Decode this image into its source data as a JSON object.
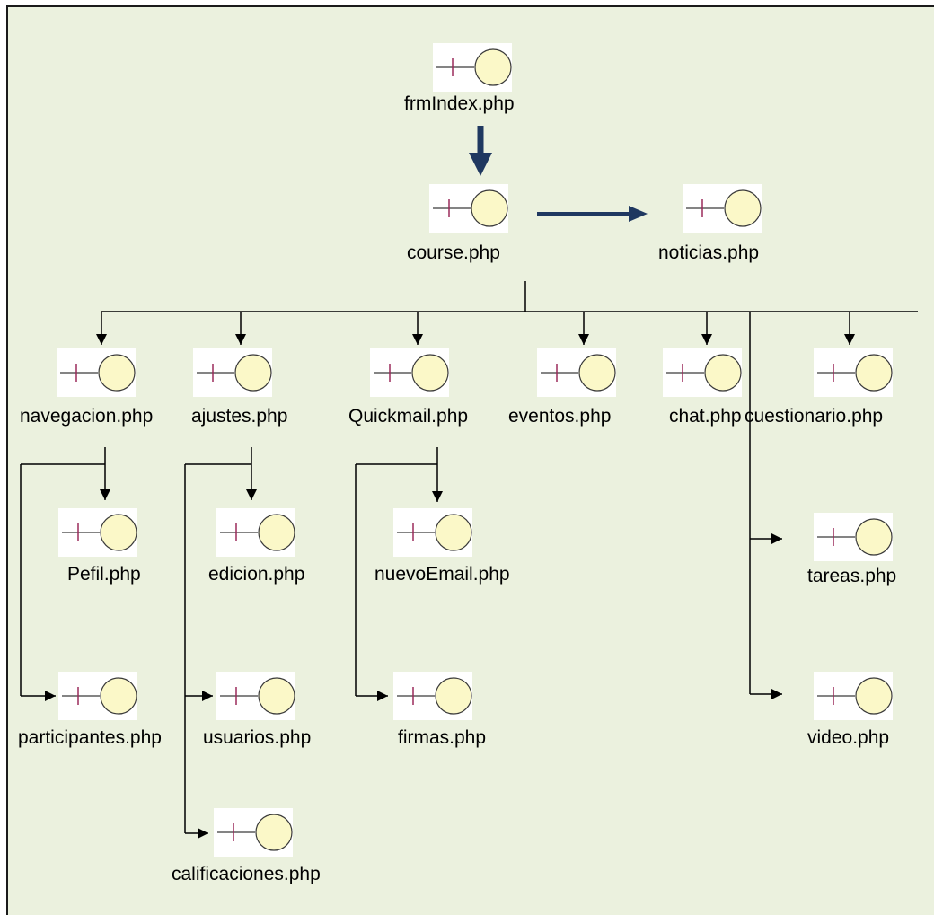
{
  "colors": {
    "background": "#ebf1de",
    "border": "#1a1a1a",
    "icon_fill": "#fbf8c8",
    "icon_stroke": "#3a3a3a",
    "icon_tick": "#9a2a5a",
    "primary_arrow": "#1f3860",
    "connector": "#000000"
  },
  "icon_type": "boundary-class-icon",
  "nodes": {
    "frmIndex": "frmIndex.php",
    "course": "course.php",
    "noticias": "noticias.php",
    "navegacion": "navegacion.php",
    "ajustes": "ajustes.php",
    "quickmail": "Quickmail.php",
    "eventos": "eventos.php",
    "chat": "chat.php",
    "cuestionario": "cuestionario.php",
    "pefil": "Pefil.php",
    "edicion": "edicion.php",
    "nuevoEmail": "nuevoEmail.php",
    "tareas": "tareas.php",
    "participantes": "participantes.php",
    "usuarios": "usuarios.php",
    "firmas": "firmas.php",
    "video": "video.php",
    "calificaciones": "calificaciones.php"
  },
  "edges": [
    {
      "from": "frmIndex",
      "to": "course"
    },
    {
      "from": "course",
      "to": "noticias"
    },
    {
      "from": "course",
      "to": "navegacion"
    },
    {
      "from": "course",
      "to": "ajustes"
    },
    {
      "from": "course",
      "to": "quickmail"
    },
    {
      "from": "course",
      "to": "eventos"
    },
    {
      "from": "course",
      "to": "chat"
    },
    {
      "from": "course",
      "to": "cuestionario"
    },
    {
      "from": "course",
      "to": "tareas"
    },
    {
      "from": "course",
      "to": "video"
    },
    {
      "from": "navegacion",
      "to": "pefil"
    },
    {
      "from": "navegacion",
      "to": "participantes"
    },
    {
      "from": "ajustes",
      "to": "edicion"
    },
    {
      "from": "ajustes",
      "to": "usuarios"
    },
    {
      "from": "ajustes",
      "to": "calificaciones"
    },
    {
      "from": "quickmail",
      "to": "nuevoEmail"
    },
    {
      "from": "quickmail",
      "to": "firmas"
    }
  ]
}
